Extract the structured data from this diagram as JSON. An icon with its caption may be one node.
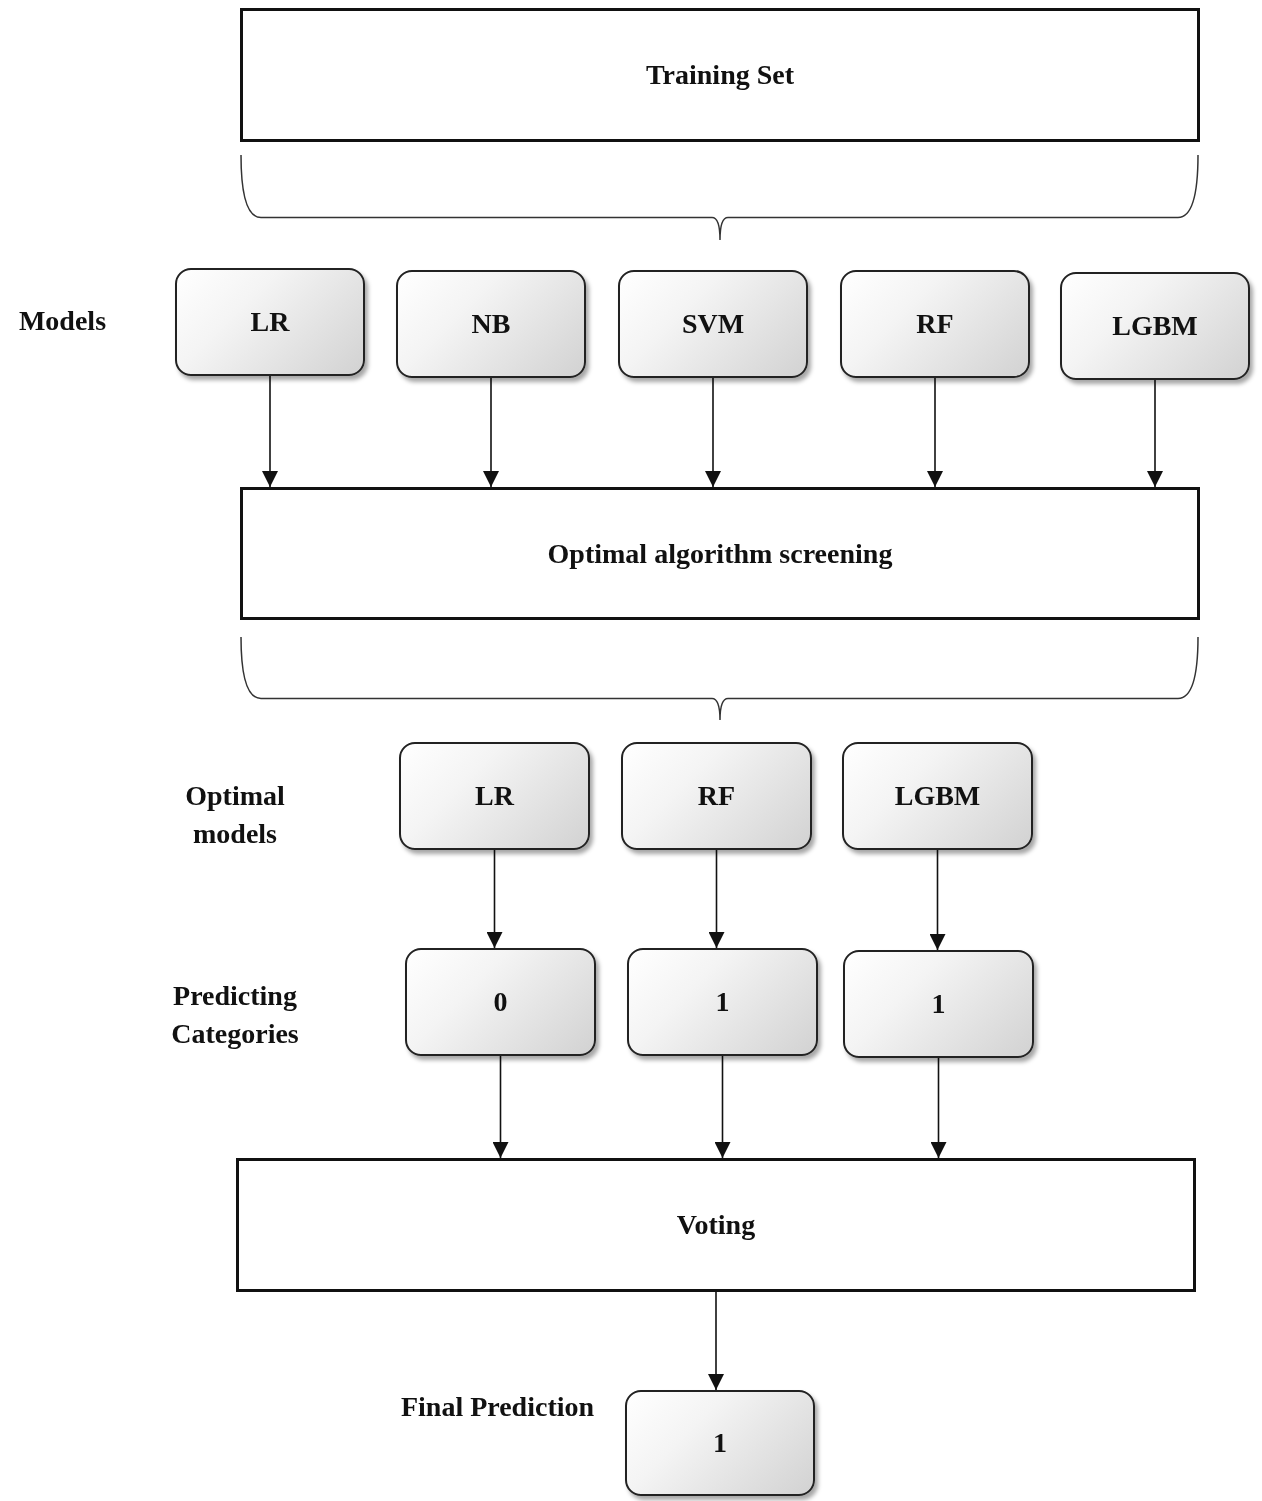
{
  "diagram": {
    "nodes": [
      {
        "text": [
          "Training Set"
        ]
      },
      {
        "text": [
          "LR"
        ]
      },
      {
        "text": [
          "NB"
        ]
      },
      {
        "text": [
          "SVM"
        ]
      },
      {
        "text": [
          "RF"
        ]
      },
      {
        "text": [
          "LGBM"
        ]
      },
      {
        "text": [
          "Optimal algorithm screening"
        ]
      },
      {
        "text": [
          "LR"
        ]
      },
      {
        "text": [
          "RF"
        ]
      },
      {
        "text": [
          "LGBM"
        ]
      },
      {
        "text": [
          "0"
        ]
      },
      {
        "text": [
          "1"
        ]
      },
      {
        "text": [
          "1"
        ]
      },
      {
        "text": [
          "Voting"
        ]
      },
      {
        "text": [
          "1"
        ]
      }
    ],
    "edges": [
      {
        "from": 1,
        "to": 6,
        "arrow": "to"
      },
      {
        "from": 2,
        "to": 6,
        "arrow": "to"
      },
      {
        "from": 3,
        "to": 6,
        "arrow": "to"
      },
      {
        "from": 4,
        "to": 6,
        "arrow": "to"
      },
      {
        "from": 5,
        "to": 6,
        "arrow": "to"
      },
      {
        "from": 7,
        "to": 10,
        "arrow": "to"
      },
      {
        "from": 8,
        "to": 11,
        "arrow": "to"
      },
      {
        "from": 9,
        "to": 12,
        "arrow": "to"
      },
      {
        "from": 10,
        "to": 13,
        "arrow": "to"
      },
      {
        "from": 11,
        "to": 13,
        "arrow": "to"
      },
      {
        "from": 12,
        "to": 13,
        "arrow": "to"
      },
      {
        "from": 13,
        "to": 14,
        "arrow": "to"
      }
    ],
    "labels": [
      "Models",
      "Optimal models",
      "Predicting Categories",
      "Final Prediction"
    ]
  }
}
